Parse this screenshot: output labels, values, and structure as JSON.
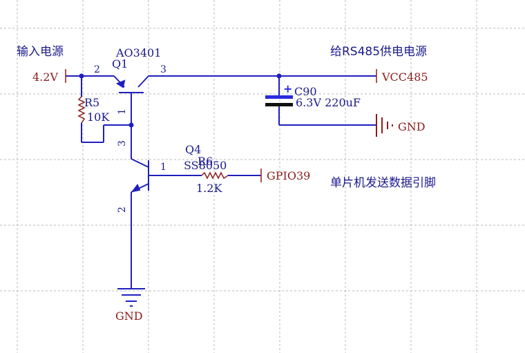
{
  "labels": {
    "input_power": "输入电源",
    "rs485_power": "给RS485供电电源",
    "mcu_pin": "单片机发送数据引脚"
  },
  "nets": {
    "vin": "4.2V",
    "vcc485": "VCC485",
    "gnd_right": "GND",
    "gnd_bottom": "GND",
    "gpio": "GPIO39"
  },
  "components": {
    "q1": {
      "ref": "Q1",
      "value": "AO3401",
      "pin_gate": "1",
      "pin_source": "2",
      "pin_drain": "3"
    },
    "q4": {
      "ref": "Q4",
      "value": "SS8050",
      "pin_base": "1",
      "pin_emitter": "2",
      "pin_collector": "3"
    },
    "r5": {
      "ref": "R5",
      "value": "10K"
    },
    "r6": {
      "ref": "R6",
      "value": "1.2K"
    },
    "c90": {
      "ref": "C90",
      "value": "6.3V 220uF",
      "polarity": "+"
    }
  },
  "colors": {
    "wire": "#1f1fbf",
    "net_port": "#8b1a1a",
    "component": "#8b1a1a",
    "text_blue": "#1a1a8c",
    "text_dark": "#8b1a1a",
    "capacitor_plus": "#2a2ae0",
    "capacitor_minus": "#111111",
    "grid": "#b8b8b8"
  }
}
